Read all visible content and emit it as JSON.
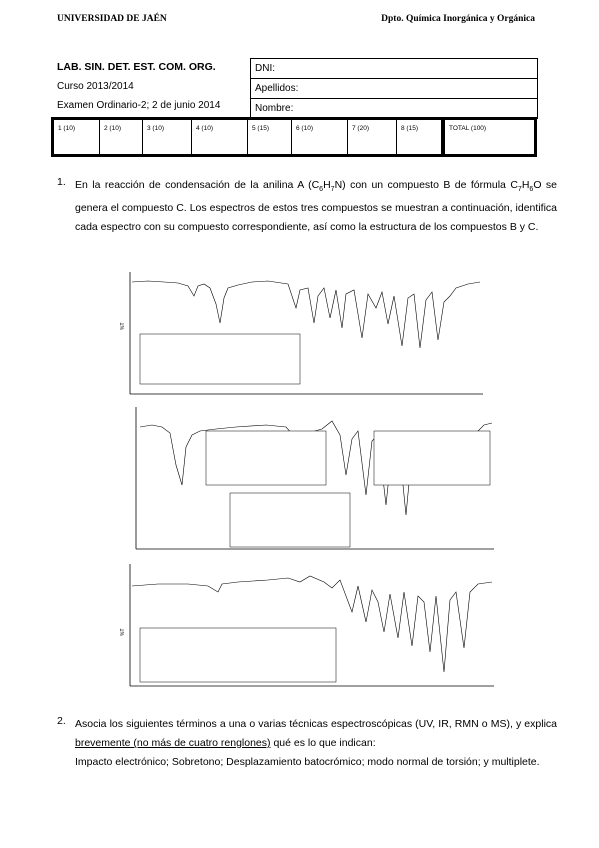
{
  "header": {
    "university": "UNIVERSIDAD DE JAÉN",
    "department": "Dpto. Química Inorgánica y Orgánica"
  },
  "exam": {
    "lab": "LAB. SIN. DET. EST. COM. ORG.",
    "course": "Curso 2013/2014",
    "exam": "Examen Ordinario-2; 2 de junio 2014"
  },
  "student_fields": {
    "dni": "DNI:",
    "apellidos": "Apellidos:",
    "nombre": "Nombre:"
  },
  "scores": [
    "1 (10)",
    "2 (10)",
    "3 (10)",
    "4 (10)",
    "5 (15)",
    "6 (10)",
    "7 (20)",
    "8 (15)",
    "TOTAL (100)"
  ],
  "q1": {
    "num": "1.",
    "t1": "En la reacción de condensación de la anilina A (C",
    "s1": "6",
    "t2": "H",
    "s2": "7",
    "t3": "N) con un compuesto B de fórmula C",
    "s3": "7",
    "t4": "H",
    "s4": "6",
    "t5": "O se genera el compuesto C. Los espectros de estos tres compuestos se muestran a continuación, identifica cada espectro con su compuesto correspondiente, así como la estructura de los compuestos B y C."
  },
  "q2": {
    "num": "2.",
    "t1": "Asocia los siguientes términos a una o varias técnicas espectroscópicas (UV, IR, RMN o MS), y explica ",
    "u": "brevemente (no más de cuatro renglones)",
    "t2": " qué es lo que indican:",
    "t3": "Impacto electrónico; Sobretono; Desplazamiento batocrómico; modo normal de torsión; y multiplete."
  }
}
